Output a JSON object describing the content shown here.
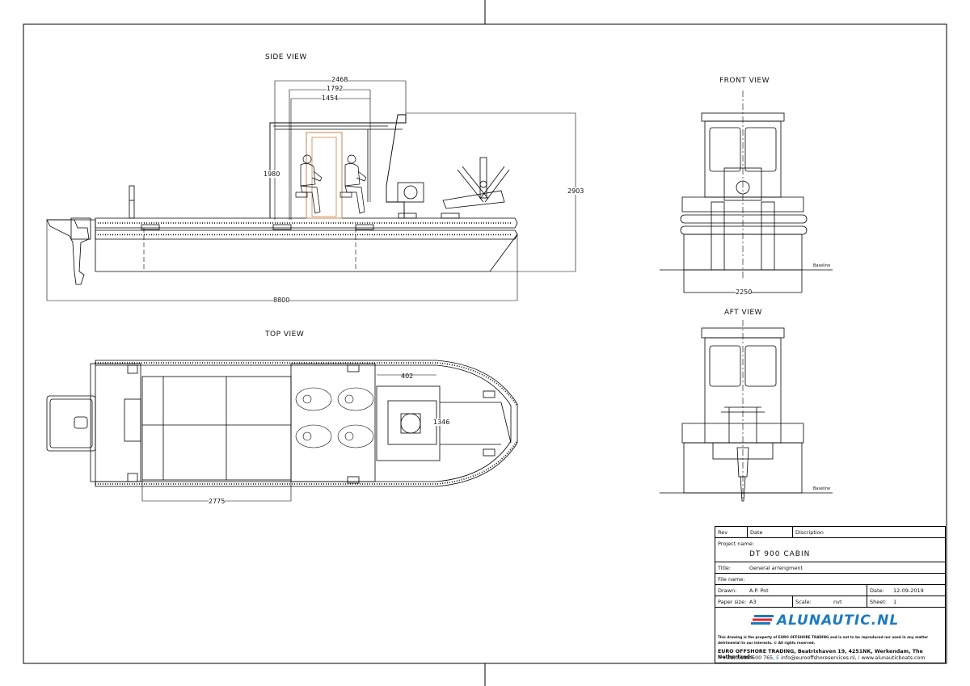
{
  "views": {
    "side": "SIDE VIEW",
    "top": "TOP VIEW",
    "front": "FRONT VIEW",
    "aft": "AFT VIEW"
  },
  "dimensions": {
    "side_2468": "2468",
    "side_1792": "1792",
    "side_1454": "1454",
    "side_1980": "1980",
    "side_2903": "2903",
    "side_8800": "8800",
    "top_402": "402",
    "top_1346": "1346",
    "top_2775": "2775",
    "front_2250": "2250"
  },
  "baseline_label": "Baseline",
  "title_block": {
    "rev_label": "Rev",
    "date_label": "Date",
    "discription_label": "Discription",
    "project_name_label": "Project name:",
    "project_name": "DT 900 CABIN",
    "title_label": "Title:",
    "title": "General arrengment",
    "file_name_label": "File name:",
    "drawn_label": "Drawn:",
    "drawn": "A.P. Pot",
    "date2_label": "Date:",
    "date2": "12-09-2019",
    "paper_label": "Paper size:",
    "paper": "A3",
    "scale_label": "Scale:",
    "scale": "nvt",
    "sheet_label": "Sheet:",
    "sheet": "1",
    "logo": "ALUNAUTIC.NL",
    "disclaimer": "This drawing is the property of EURO OFFSHORE TRADING and is not to be reproduced nor used in any matter detrimental to our interests. © All rights reserved.",
    "address": "EURO OFFSHORE TRADING, Beatrixhaven 19, 4251NK, Werkendam, The Netherlands",
    "contact_t": "T",
    "contact_phone": "+31(0)183 500 765,",
    "contact_e": "E",
    "contact_email": "info@eurooffshoreservices.nl,",
    "contact_i": "I",
    "contact_web": "www.alunauticboats.com"
  },
  "colors": {
    "line": "#000000",
    "accent": "#1d7bbf",
    "logo_red": "#e0262a",
    "door_highlight": "#c8864a"
  }
}
